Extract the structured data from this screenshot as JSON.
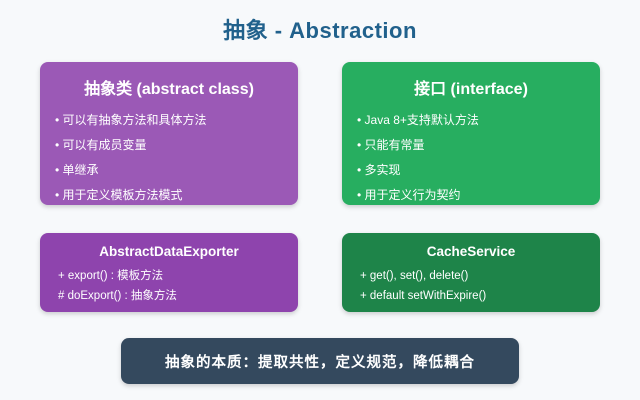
{
  "page": {
    "title": "抽象 - Abstraction"
  },
  "colors": {
    "background": "#f7f9fb",
    "title_text": "#21618c",
    "abstract_class_card": "#9b59b6",
    "interface_card": "#27ae60",
    "exporter_card": "#8e44ad",
    "cache_card": "#1e8449",
    "footer_banner": "#34495e"
  },
  "cards": {
    "abstract_class": {
      "title": "抽象类 (abstract class)",
      "bullets": [
        "可以有抽象方法和具体方法",
        "可以有成员变量",
        "单继承",
        "用于定义模板方法模式"
      ]
    },
    "interface": {
      "title": "接口 (interface)",
      "bullets": [
        "Java 8+支持默认方法",
        "只能有常量",
        "多实现",
        "用于定义行为契约"
      ]
    },
    "exporter_example": {
      "title": "AbstractDataExporter",
      "members": [
        "+ export() : 模板方法",
        "# doExport() : 抽象方法"
      ]
    },
    "cache_example": {
      "title": "CacheService",
      "members": [
        "+ get(), set(), delete()",
        "+ default setWithExpire()"
      ]
    }
  },
  "footer": {
    "text": "抽象的本质：提取共性，定义规范，降低耦合"
  }
}
